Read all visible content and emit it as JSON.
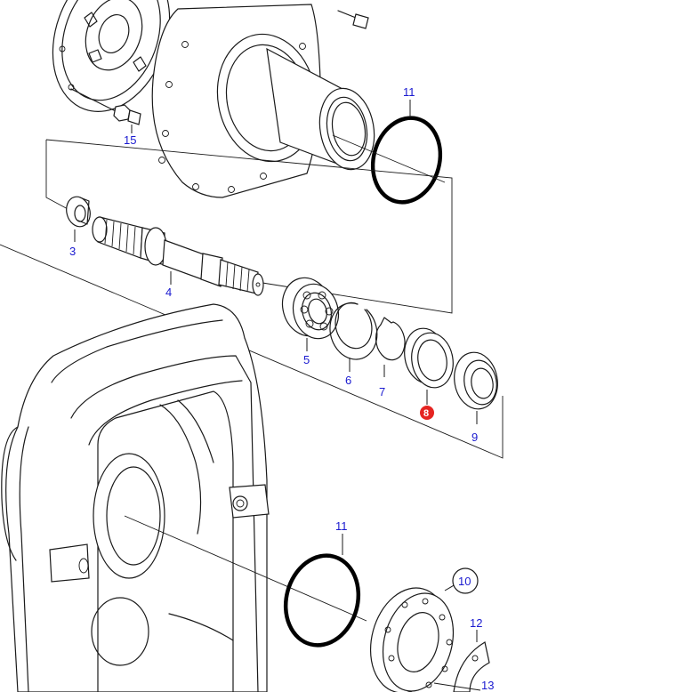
{
  "diagram": {
    "accent_colors": {
      "label": "#1a1ad0",
      "highlight": "#e52421",
      "line": "#1a1a1a"
    },
    "callouts": [
      {
        "id": "11-top",
        "text": "11"
      },
      {
        "id": "15",
        "text": "15"
      },
      {
        "id": "3",
        "text": "3"
      },
      {
        "id": "4",
        "text": "4"
      },
      {
        "id": "5",
        "text": "5"
      },
      {
        "id": "6",
        "text": "6"
      },
      {
        "id": "7",
        "text": "7"
      },
      {
        "id": "8",
        "text": "8",
        "highlighted": true
      },
      {
        "id": "9",
        "text": "9"
      },
      {
        "id": "11-bottom",
        "text": "11"
      },
      {
        "id": "10",
        "text": "10",
        "circled": true
      },
      {
        "id": "12",
        "text": "12"
      },
      {
        "id": "13",
        "text": "13"
      }
    ]
  }
}
